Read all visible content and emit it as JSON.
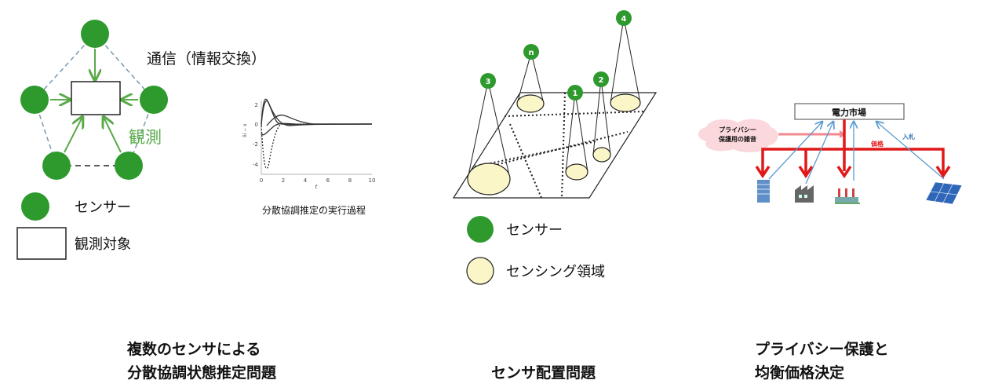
{
  "left_panel": {
    "communication_label": "通信（情報交換）",
    "observation_label": "観測",
    "legend": [
      {
        "label": "センサー"
      },
      {
        "label": "観測対象"
      }
    ],
    "plot": {
      "y_ticks": [
        "2",
        "0",
        "-2",
        "-4"
      ],
      "x_ticks": [
        "0",
        "2",
        "4",
        "6",
        "8",
        "10"
      ],
      "xlabel": "t",
      "ylabel": "x̂i − x",
      "caption": "分散協調推定の実行過程"
    },
    "title_line1": "複数のセンサによる",
    "title_line2": "分散協調状態推定問題"
  },
  "middle_panel": {
    "sensors": [
      "3",
      "n",
      "1",
      "2",
      "4"
    ],
    "legend": [
      {
        "label": "センサー"
      },
      {
        "label": "センシング領域"
      }
    ],
    "title": "センサ配置問題"
  },
  "right_panel": {
    "market_label": "電力市場",
    "noise_label_line1": "プライバシー",
    "noise_label_line2": "保護用の雑音",
    "price_label": "価格",
    "bid_label": "入札",
    "title_line1": "プライバシー保護と",
    "title_line2": "均衡価格決定"
  },
  "colors": {
    "sensor_green": "#2e9a2e",
    "arrow_green": "#5aaa4a",
    "price_red": "#e01818",
    "bid_blue": "#5a9ad0",
    "region_yellow": "#fbf6c8"
  }
}
